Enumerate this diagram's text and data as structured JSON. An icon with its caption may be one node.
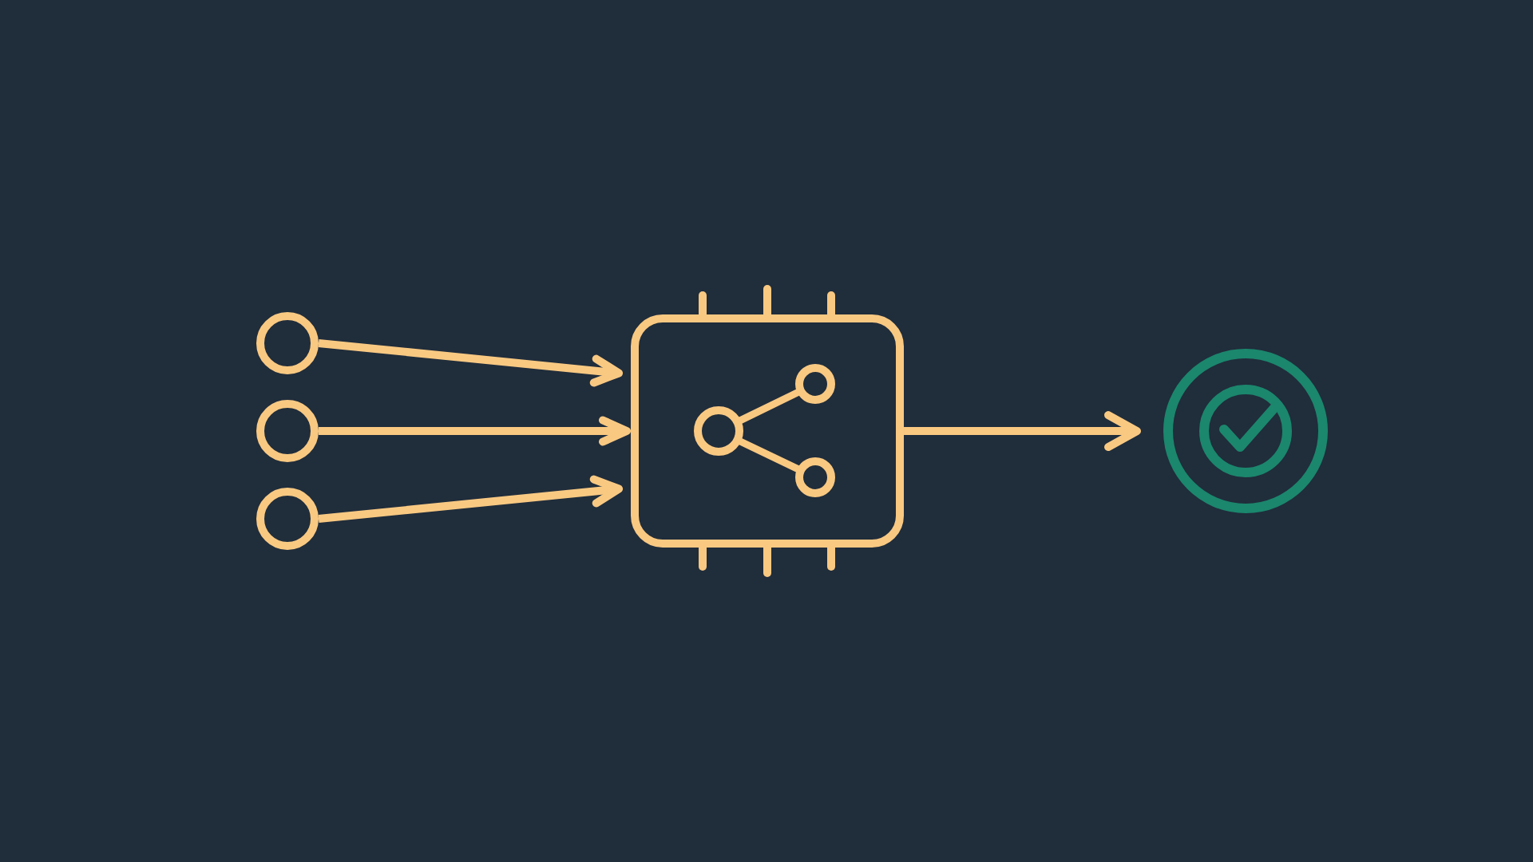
{
  "diagram": {
    "nodes": [
      {
        "text": [],
        "shape": "circle"
      },
      {
        "text": [],
        "shape": "circle"
      },
      {
        "text": [],
        "shape": "circle"
      },
      {
        "text": [],
        "shape": "box"
      },
      {
        "text": [],
        "shape": "circle"
      }
    ],
    "edges": [
      {
        "from": 0,
        "to": 3,
        "arrow": "to"
      },
      {
        "from": 1,
        "to": 3,
        "arrow": "to"
      },
      {
        "from": 2,
        "to": 3,
        "arrow": "to"
      },
      {
        "from": 3,
        "to": 4,
        "arrow": "to"
      }
    ]
  }
}
